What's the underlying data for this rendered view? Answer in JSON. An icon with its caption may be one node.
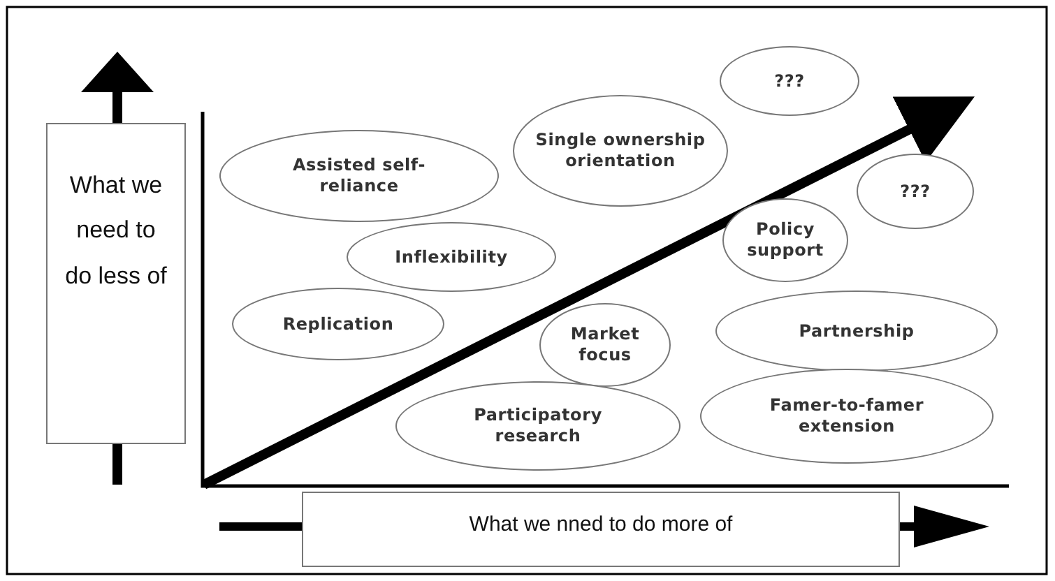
{
  "diagram": {
    "nodes": [
      {
        "text": [
          "What we need to do less of"
        ]
      },
      {
        "text": [
          "???"
        ]
      },
      {
        "text": [
          "Single ownership orientation"
        ]
      },
      {
        "text": [
          "Assisted self-reliance"
        ]
      },
      {
        "text": [
          "???"
        ]
      },
      {
        "text": [
          "Policy support"
        ]
      },
      {
        "text": [
          "Inflexibility"
        ]
      },
      {
        "text": [
          "Replication"
        ]
      },
      {
        "text": [
          "Partnership"
        ]
      },
      {
        "text": [
          "Market focus"
        ]
      },
      {
        "text": [
          "Famer-to-famer extension"
        ]
      },
      {
        "text": [
          "Participatory research"
        ]
      },
      {
        "text": [
          "What we nned to do more of"
        ]
      }
    ]
  }
}
